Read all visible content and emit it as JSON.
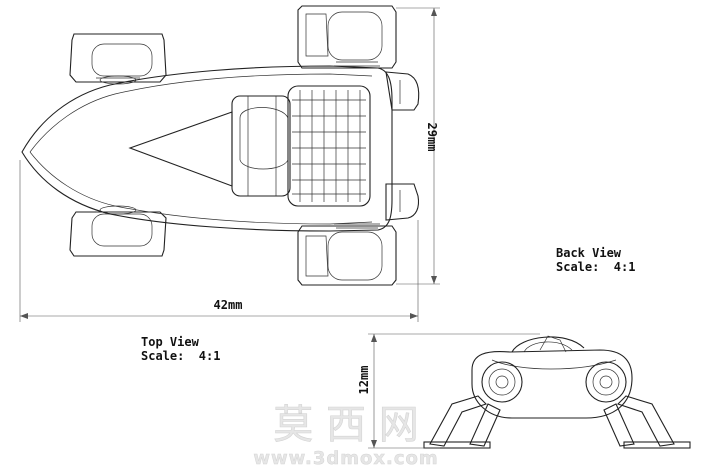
{
  "top_view": {
    "title": "Top View",
    "scale": "Scale:  4:1",
    "width_dim": "42mm",
    "height_dim": "29mm"
  },
  "back_view": {
    "title": "Back View",
    "scale": "Scale:  4:1",
    "height_dim": "12mm"
  },
  "watermark": {
    "brand": "莫 西 网",
    "url": "www.3dmox.com"
  }
}
